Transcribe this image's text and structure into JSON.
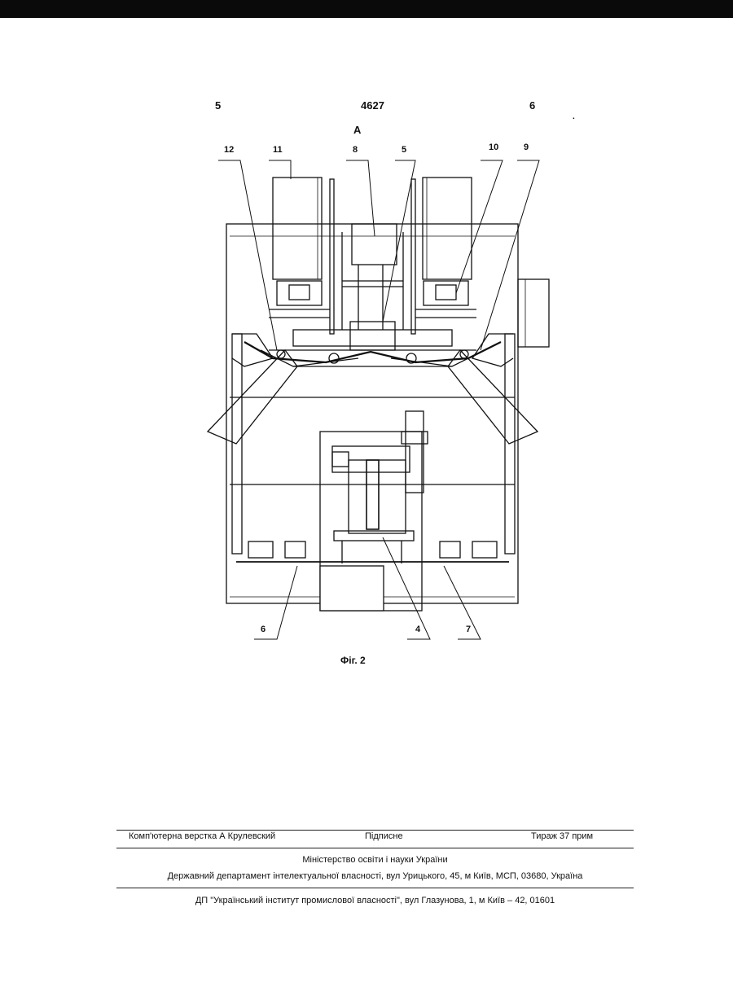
{
  "header": {
    "left_page": "5",
    "patent_number": "4627",
    "right_page": "6",
    "mark": "."
  },
  "view_label": "A",
  "callouts": {
    "top": [
      "12",
      "11",
      "8",
      "5",
      "10",
      "9"
    ],
    "bottom": [
      "6",
      "4",
      "7"
    ]
  },
  "figure_caption": "Фіг. 2",
  "footer": {
    "layout_by": "Комп'ютерна верстка А  Крулевский",
    "signature": "Підписне",
    "circulation": "Тираж 37 прим",
    "ministry": "Міністерство освіти і науки України",
    "department": "Державний департамент інтелектуальної власності, вул  Урицького, 45, м  Київ, МСП, 03680, Україна",
    "institute": "ДП \"Український інститут промислової власності\", вул  Глазунова, 1, м  Київ – 42, 01601"
  }
}
